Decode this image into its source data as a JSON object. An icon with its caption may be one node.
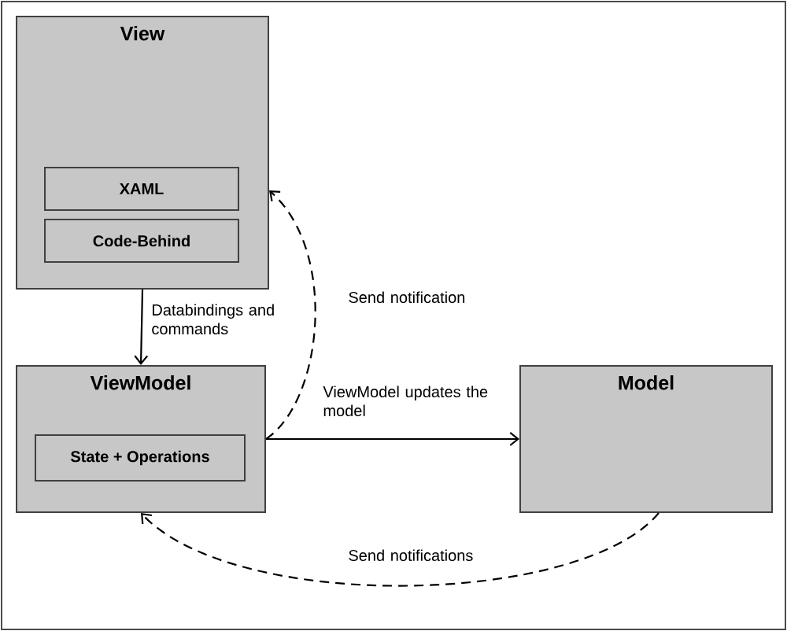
{
  "diagram": {
    "nodes": [
      {
        "text": [
          "View"
        ]
      },
      {
        "text": [
          "XAML"
        ],
        "in": 0
      },
      {
        "text": [
          "Code-Behind"
        ],
        "in": 0
      },
      {
        "text": [
          "ViewModel"
        ]
      },
      {
        "text": [
          "State + Operations"
        ],
        "in": 3
      },
      {
        "text": [
          "Model"
        ]
      }
    ],
    "edges": [
      {
        "from": 0,
        "to": 3,
        "arrow": "to",
        "label": "Databindings and commands"
      },
      {
        "from": 3,
        "to": 5,
        "arrow": "to",
        "label": "ViewModel updates the model"
      },
      {
        "from": 3,
        "to": 0,
        "arrow": "to",
        "style": "dashed",
        "label": "Send notification"
      },
      {
        "from": 5,
        "to": 3,
        "arrow": "to",
        "style": "dashed",
        "label": "Send notifications"
      }
    ]
  }
}
